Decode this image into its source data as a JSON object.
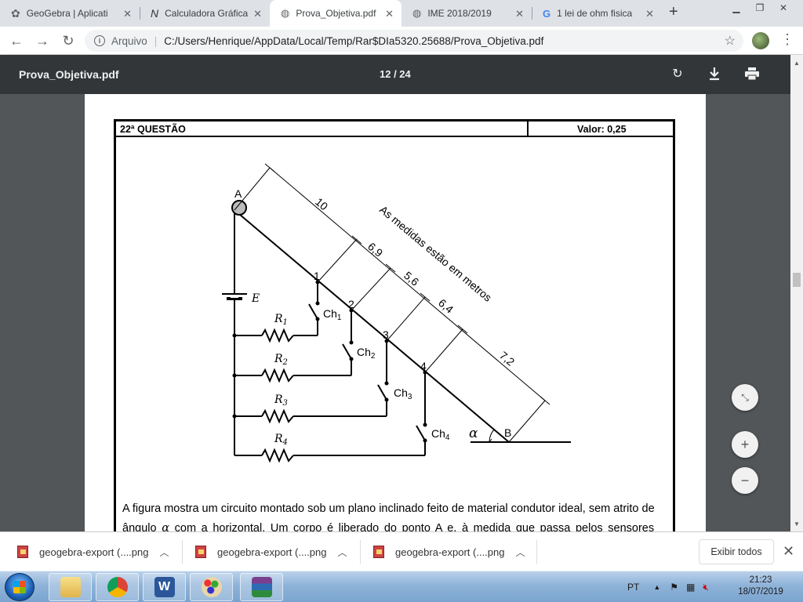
{
  "browser": {
    "tabs": [
      {
        "title": "GeoGebra | Aplicati",
        "icon": "geogebra-icon",
        "active": false
      },
      {
        "title": "Calculadora Gráfica",
        "icon": "desmos-icon",
        "active": false
      },
      {
        "title": "Prova_Objetiva.pdf",
        "icon": "globe-icon",
        "active": true
      },
      {
        "title": "IME 2018/2019",
        "icon": "globe-icon",
        "active": false
      },
      {
        "title": "1 lei de ohm fisica",
        "icon": "google-icon",
        "active": false
      }
    ],
    "new_tab_label": "+",
    "address": {
      "scheme_label": "Arquivo",
      "url": "C:/Users/Henrique/AppData/Local/Temp/Rar$DIa5320.25688/Prova_Objetiva.pdf"
    }
  },
  "pdf": {
    "file_name": "Prova_Objetiva.pdf",
    "page_indicator": "12 / 24",
    "question_label": "22ª QUESTÃO",
    "value_label": "Valor: 0,25",
    "figure": {
      "labels": {
        "A": "A",
        "B": "B",
        "E": "E",
        "alpha": "α",
        "point1": "1",
        "point2": "2",
        "point3": "3",
        "point4": "4",
        "dim1": "10",
        "dim2": "6,9",
        "dim3": "5,6",
        "dim4": "6,4",
        "dim5": "7,2",
        "note": "As medidas estão em metros",
        "R1": "R",
        "R1sub": "1",
        "R2": "R",
        "R2sub": "2",
        "R3": "R",
        "R3sub": "3",
        "R4": "R",
        "R4sub": "4",
        "Ch1": "Ch",
        "Ch1sub": "1",
        "Ch2": "Ch",
        "Ch2sub": "2",
        "Ch3": "Ch",
        "Ch3sub": "3",
        "Ch4": "Ch",
        "Ch4sub": "4"
      }
    },
    "paragraph_line1": "A figura mostra um circuito montado sob um plano inclinado feito de material condutor ideal, sem atrito de",
    "paragraph_line2a": "ângulo",
    "paragraph_alpha": "α",
    "paragraph_line2b": "com a horizontal. Um corpo é liberado do ponto A e, à medida que passa pelos sensores"
  },
  "downloads": {
    "items": [
      {
        "name": "geogebra-export (....png"
      },
      {
        "name": "geogebra-export (....png"
      },
      {
        "name": "geogebra-export (....png"
      }
    ],
    "show_all_label": "Exibir todos"
  },
  "taskbar": {
    "language": "PT",
    "time": "21:23",
    "date": "18/07/2019"
  }
}
